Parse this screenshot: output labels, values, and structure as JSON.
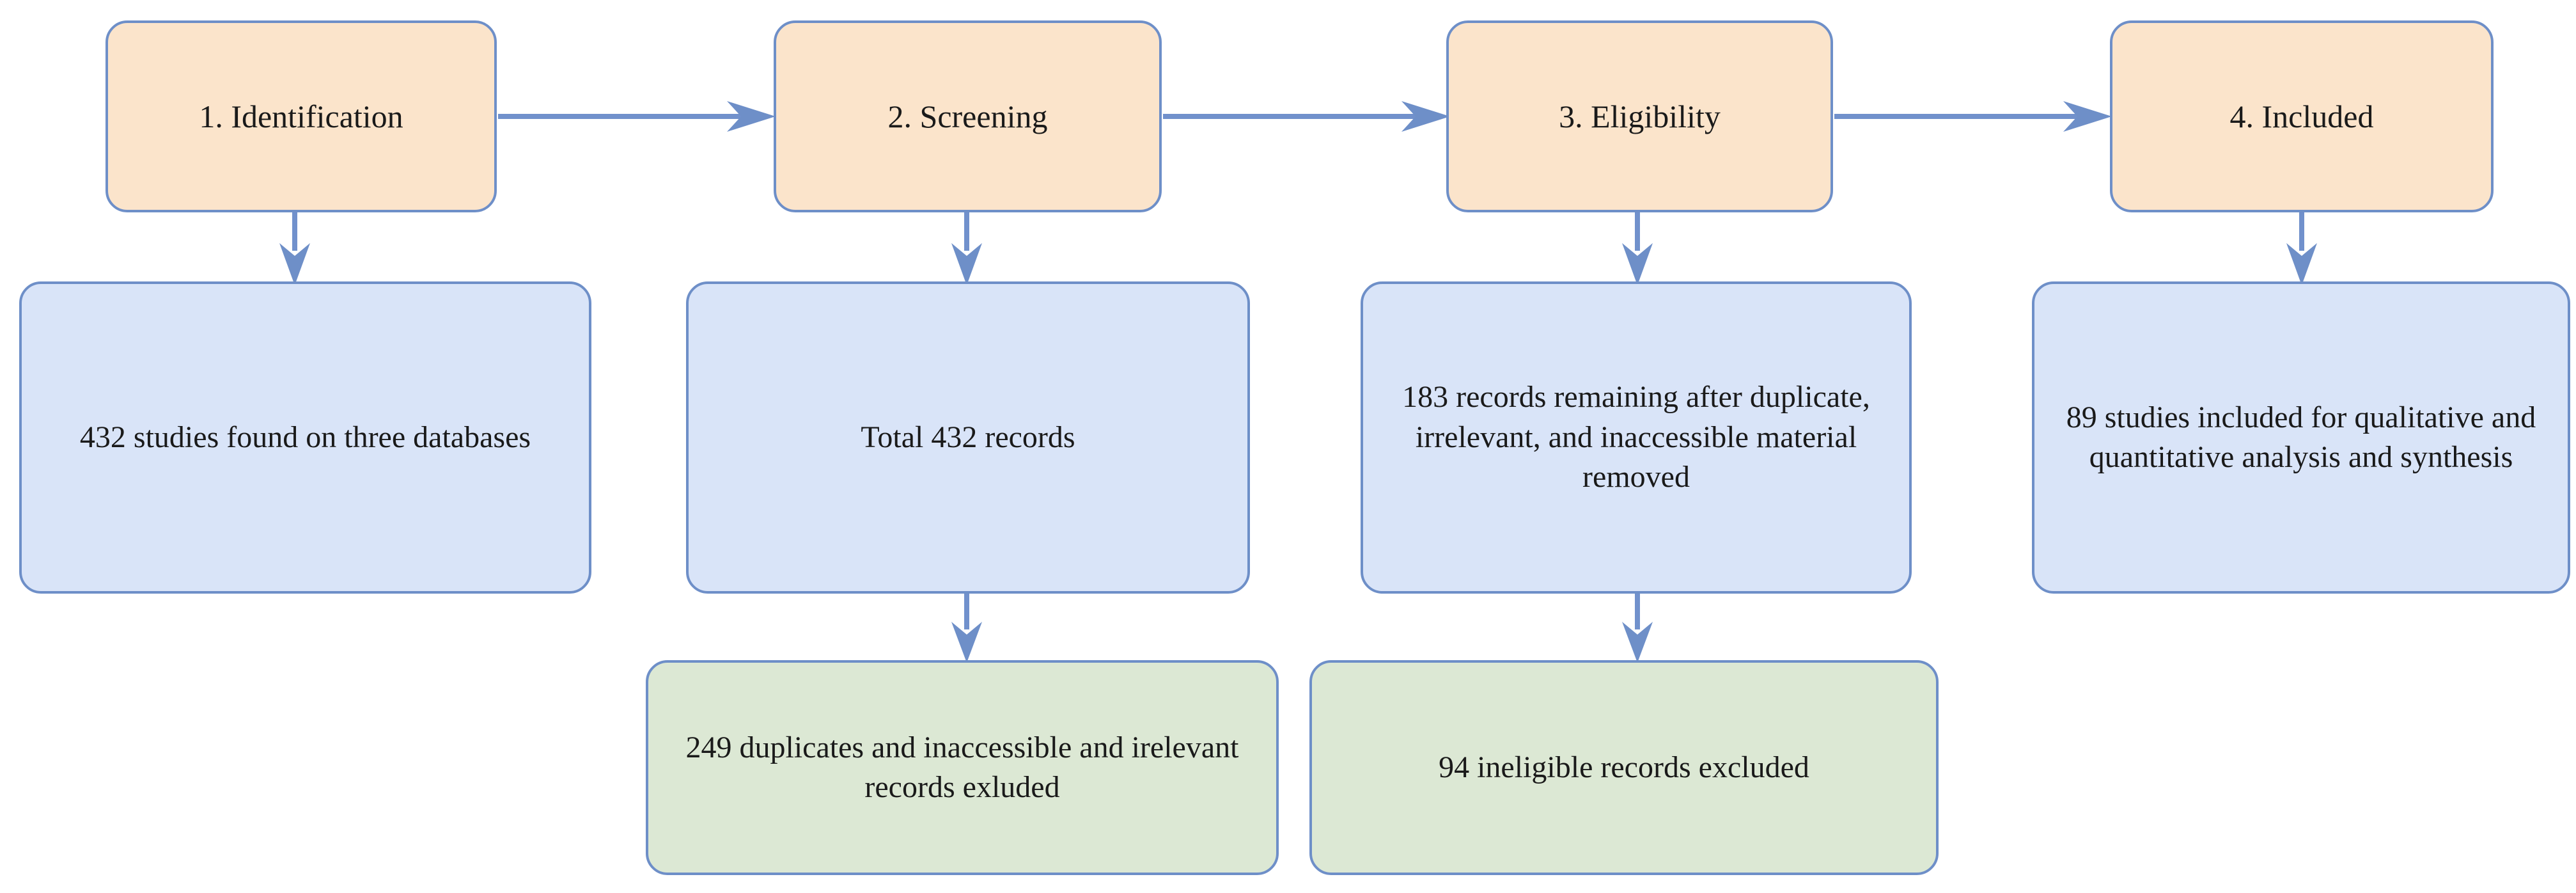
{
  "diagram": {
    "title": "PRISMA study selection flow diagram",
    "colors": {
      "stage_fill": "#FBE4CB",
      "result_fill": "#D9E4F8",
      "excluded_fill": "#DCE8D4",
      "border": "#6E8FC8",
      "connector": "#7191CC",
      "text": "#1a1a1a",
      "background": "#FFFFFF"
    },
    "stages": [
      {
        "id": "identification",
        "label": "1. Identification"
      },
      {
        "id": "screening",
        "label": "2. Screening"
      },
      {
        "id": "eligibility",
        "label": "3. Eligibility"
      },
      {
        "id": "included",
        "label": "4. Included"
      }
    ],
    "results": [
      {
        "id": "records-found",
        "label": "432 studies found on three databases"
      },
      {
        "id": "total-records",
        "label": "Total 432 records"
      },
      {
        "id": "records-remaining",
        "label": "183 records remaining after duplicate, irrelevant, and inaccessible material removed"
      },
      {
        "id": "studies-included",
        "label": "89 studies included for qualitative and quantitative analysis and synthesis"
      }
    ],
    "exclusions": [
      {
        "id": "duplicates-excluded",
        "label": "249 duplicates and inaccessible and irelevant records exluded"
      },
      {
        "id": "ineligible-excluded",
        "label": "94 ineligible records excluded"
      }
    ],
    "flow": {
      "stage_chain": "1. Identification → 2. Screening → 3. Eligibility → 4. Included",
      "counts": {
        "found": 432,
        "total": 432,
        "duplicates_and_irrelevant_excluded": 249,
        "remaining": 183,
        "ineligible_excluded": 94,
        "included": 89
      }
    }
  }
}
